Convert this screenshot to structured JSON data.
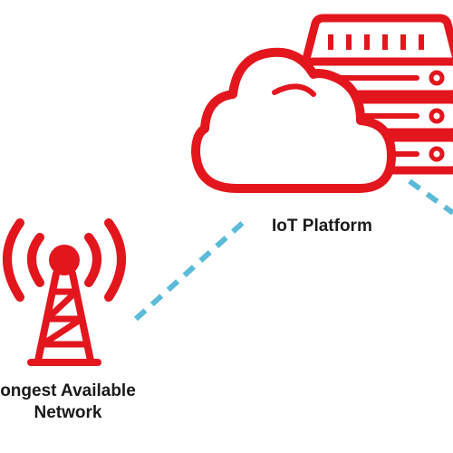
{
  "colors": {
    "accent": "#e3161e",
    "link": "#5bbbd8",
    "text": "#1a1a1a",
    "background": "#ffffff"
  },
  "nodes": {
    "platform": {
      "label": "IoT Platform",
      "icons": [
        "cloud-icon",
        "server-rack-icon"
      ]
    },
    "network": {
      "label_line1": "ongest Available",
      "label_line2": "Network",
      "icons": [
        "cell-tower-icon"
      ]
    }
  }
}
